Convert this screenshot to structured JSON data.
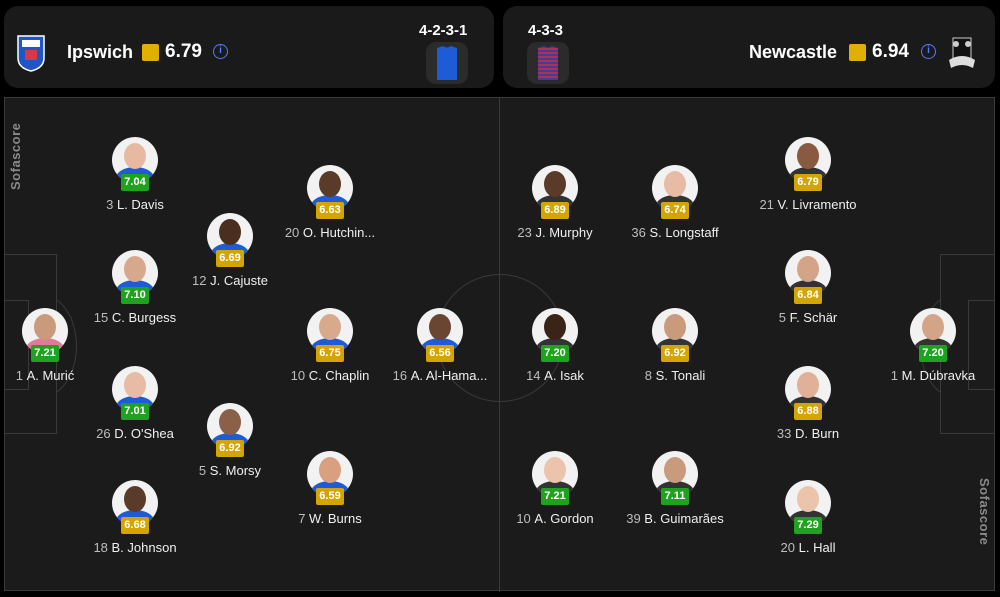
{
  "home": {
    "name": "Ipswich",
    "rating": "6.79",
    "formation": "4-2-3-1",
    "kit_color": "#1e5bd6",
    "players": [
      {
        "number": "1",
        "name": "A. Murić",
        "rating": "7.21",
        "tier": "green",
        "skin": "#c99a7c",
        "shirt": "#e07a9b"
      },
      {
        "number": "3",
        "name": "L. Davis",
        "rating": "7.04",
        "tier": "green",
        "skin": "#e8b9a1",
        "shirt": "#1e5bd6"
      },
      {
        "number": "15",
        "name": "C. Burgess",
        "rating": "7.10",
        "tier": "green",
        "skin": "#d8a88c",
        "shirt": "#1e5bd6"
      },
      {
        "number": "26",
        "name": "D. O'Shea",
        "rating": "7.01",
        "tier": "green",
        "skin": "#e8bca4",
        "shirt": "#1e5bd6"
      },
      {
        "number": "18",
        "name": "B. Johnson",
        "rating": "6.68",
        "tier": "yellow",
        "skin": "#5a3a28",
        "shirt": "#1e5bd6"
      },
      {
        "number": "12",
        "name": "J. Cajuste",
        "rating": "6.69",
        "tier": "yellow",
        "skin": "#4a2f20",
        "shirt": "#1e5bd6"
      },
      {
        "number": "5",
        "name": "S. Morsy",
        "rating": "6.92",
        "tier": "yellow",
        "skin": "#8a6048",
        "shirt": "#1e5bd6"
      },
      {
        "number": "20",
        "name": "O. Hutchin...",
        "rating": "6.63",
        "tier": "yellow",
        "skin": "#5a3a28",
        "shirt": "#1e5bd6"
      },
      {
        "number": "10",
        "name": "C. Chaplin",
        "rating": "6.75",
        "tier": "yellow",
        "skin": "#d9a98c",
        "shirt": "#1e5bd6"
      },
      {
        "number": "7",
        "name": "W. Burns",
        "rating": "6.59",
        "tier": "yellow",
        "skin": "#d8a080",
        "shirt": "#1e5bd6"
      },
      {
        "number": "16",
        "name": "A. Al-Hama...",
        "rating": "6.56",
        "tier": "yellow",
        "skin": "#6a4530",
        "shirt": "#1e5bd6"
      }
    ]
  },
  "away": {
    "name": "Newcastle",
    "rating": "6.94",
    "formation": "4-3-3",
    "kit_color": "#3a2a6a",
    "players": [
      {
        "number": "1",
        "name": "M. Dúbravka",
        "rating": "7.20",
        "tier": "green",
        "skin": "#d4a488",
        "shirt": "#333"
      },
      {
        "number": "21",
        "name": "V. Livramento",
        "rating": "6.79",
        "tier": "yellow",
        "skin": "#8a5a40",
        "shirt": "#333"
      },
      {
        "number": "5",
        "name": "F. Schär",
        "rating": "6.84",
        "tier": "yellow",
        "skin": "#d4a488",
        "shirt": "#333"
      },
      {
        "number": "33",
        "name": "D. Burn",
        "rating": "6.88",
        "tier": "yellow",
        "skin": "#e0b098",
        "shirt": "#333"
      },
      {
        "number": "20",
        "name": "L. Hall",
        "rating": "7.29",
        "tier": "green",
        "skin": "#ecc4ac",
        "shirt": "#333"
      },
      {
        "number": "36",
        "name": "S. Longstaff",
        "rating": "6.74",
        "tier": "yellow",
        "skin": "#e8bca4",
        "shirt": "#333"
      },
      {
        "number": "8",
        "name": "S. Tonali",
        "rating": "6.92",
        "tier": "yellow",
        "skin": "#c99a7c",
        "shirt": "#333"
      },
      {
        "number": "39",
        "name": "B. Guimarães",
        "rating": "7.11",
        "tier": "green",
        "skin": "#c99a7c",
        "shirt": "#333"
      },
      {
        "number": "23",
        "name": "J. Murphy",
        "rating": "6.89",
        "tier": "yellow",
        "skin": "#5a3a28",
        "shirt": "#333"
      },
      {
        "number": "14",
        "name": "A. Isak",
        "rating": "7.20",
        "tier": "green",
        "skin": "#3a2418",
        "shirt": "#333"
      },
      {
        "number": "10",
        "name": "A. Gordon",
        "rating": "7.21",
        "tier": "green",
        "skin": "#ecc4ac",
        "shirt": "#333"
      }
    ]
  },
  "watermark": "Sofascore"
}
